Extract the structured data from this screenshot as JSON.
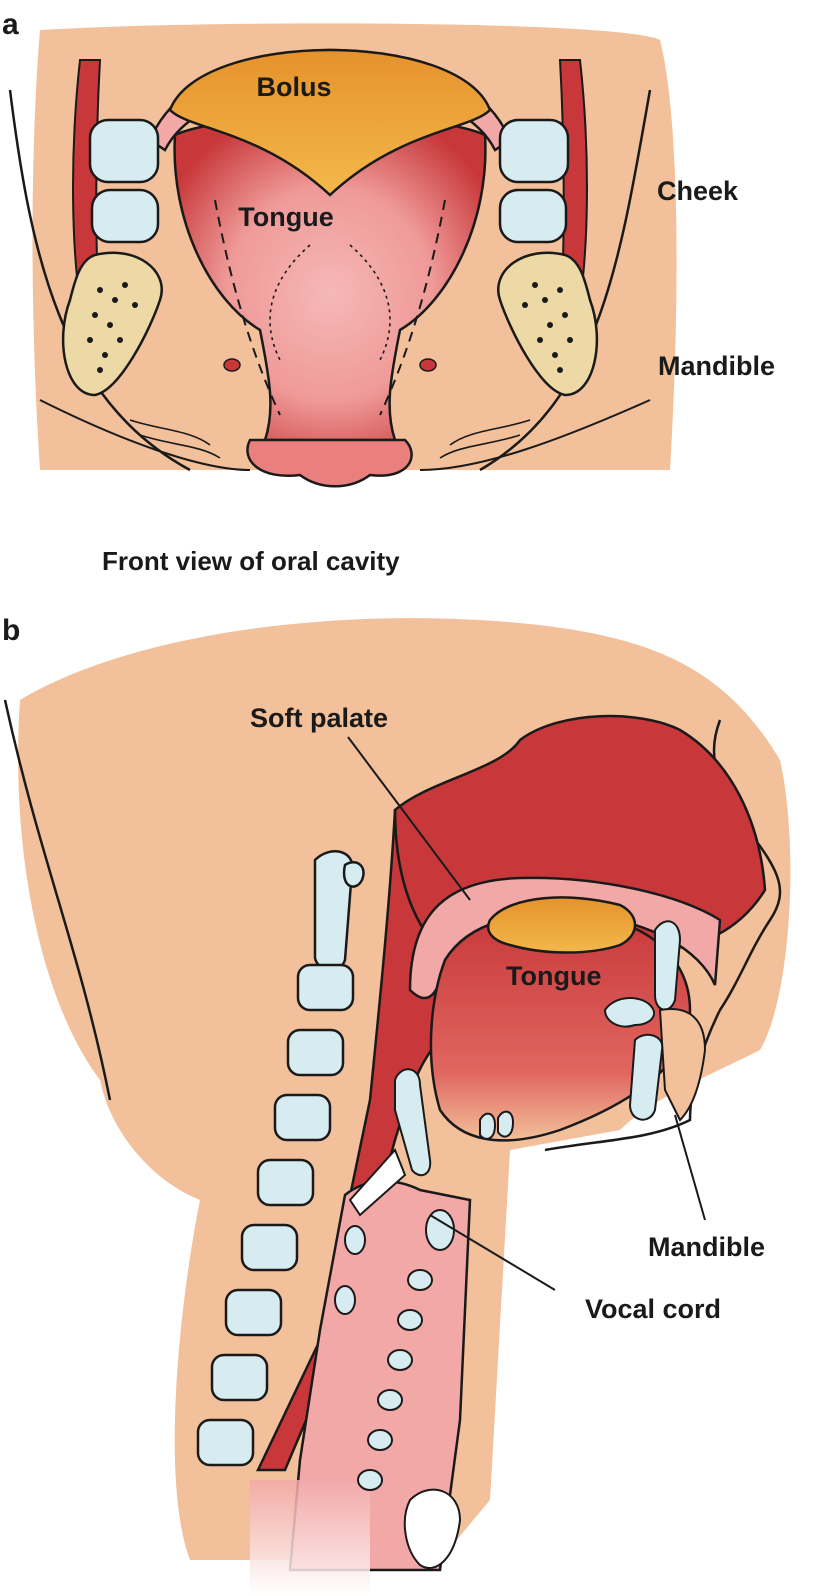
{
  "panel_a": {
    "letter": "a",
    "labels": {
      "bolus": "Bolus",
      "tongue": "Tongue",
      "cheek": "Cheek",
      "mandible": "Mandible"
    },
    "caption": "Front view of oral cavity"
  },
  "panel_b": {
    "letter": "b",
    "labels": {
      "soft_palate": "Soft palate",
      "tongue": "Tongue",
      "mandible": "Mandible",
      "vocal_cord": "Vocal cord"
    }
  },
  "colors": {
    "skin": "#f2c09a",
    "muscle": "#c8383a",
    "muscle_light": "#e46a66",
    "mucosa": "#f3a8a8",
    "bolus": "#e8a334",
    "tooth": "#d7ecf0",
    "bone": "#ecd9a6",
    "outline": "#1a1a1a"
  }
}
